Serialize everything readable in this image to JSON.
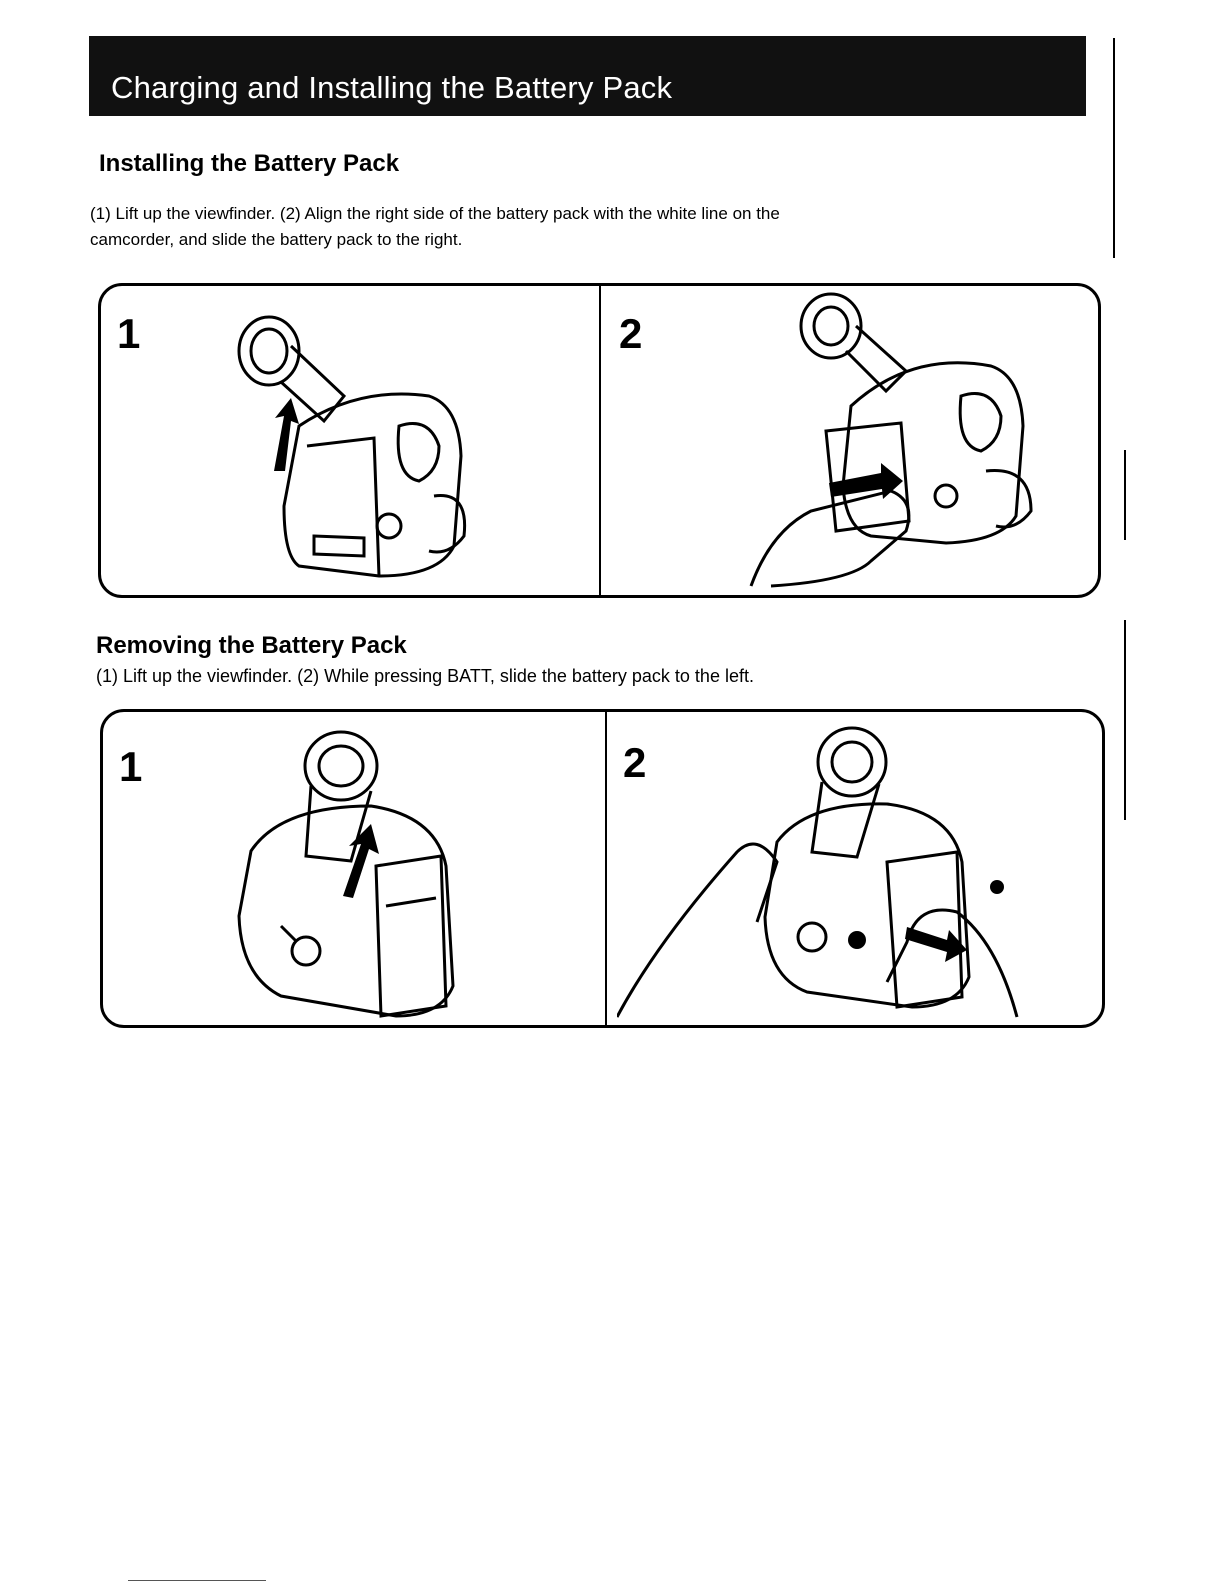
{
  "banner": {
    "title": "Charging and Installing the Battery Pack"
  },
  "installing": {
    "heading": "Installing the Battery Pack",
    "text_line1": "(1) Lift up the viewfinder. (2) Align the right side of the battery pack with the white line on the",
    "text_line2": "camcorder, and slide the battery pack to the right.",
    "steps": [
      "1",
      "2"
    ]
  },
  "removing": {
    "heading": "Removing the Battery Pack",
    "text": "(1) Lift up the viewfinder. (2) While pressing BATT, slide the battery pack to the left.",
    "steps": [
      "1",
      "2"
    ]
  }
}
